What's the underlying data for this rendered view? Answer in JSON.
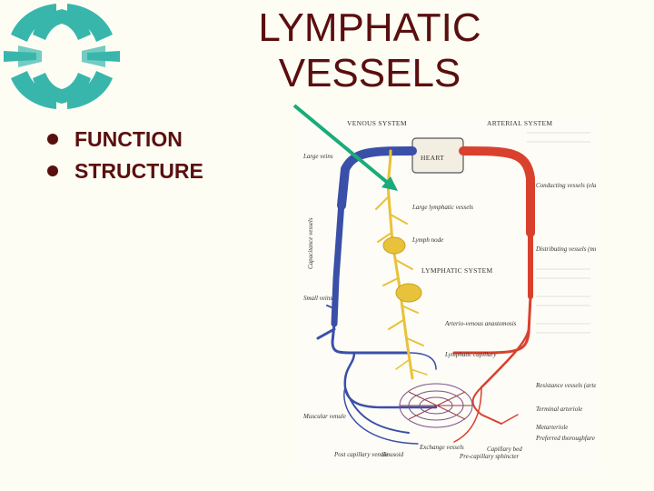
{
  "slide": {
    "title_line1": "LYMPHATIC",
    "title_line2": "VESSELS",
    "bullets": [
      "FUNCTION",
      "STRUCTURE"
    ]
  },
  "colors": {
    "title": "#5a0f0f",
    "logo": "#2fb3a9",
    "pointer_arrow": "#1aab7a",
    "vein": "#3a4fa8",
    "artery": "#d9412e",
    "lymph": "#e8c23a"
  },
  "diagram": {
    "labels": {
      "venous_system": "VENOUS SYSTEM",
      "arterial_system": "ARTERIAL SYSTEM",
      "heart": "HEART",
      "large_veins": "Large veins",
      "capacitance_vessels": "Capacitance vessels",
      "large_lymphatic_vessels": "Large lymphatic vessels",
      "lymph_node": "Lymph node",
      "lymphatic_system": "LYMPHATIC SYSTEM",
      "small_veins": "Small veins",
      "arterio_venous_anastomosis": "Arterio-venous anastomosis",
      "lymphatic_capillary": "Lymphatic capillary",
      "conducting_vessels": "Conducting vessels (elastic arteries)",
      "distributing_vessels": "Distributing vessels (muscular arteries)",
      "resistance_vessels": "Resistance vessels (arterioles)",
      "terminal_arteriole": "Terminal arteriole",
      "metarteriole": "Metarteriole",
      "preferred_channel": "Preferred thoroughfare channel",
      "capillary_bed": "Capillary bed",
      "muscular_venule": "Muscular venule",
      "postcapillary_venule": "Post capillary venule",
      "sinusoid": "Sinusoid",
      "exchange_vessels": "Exchange vessels",
      "precapillary_sphincter": "Pre-capillary sphincter"
    }
  }
}
